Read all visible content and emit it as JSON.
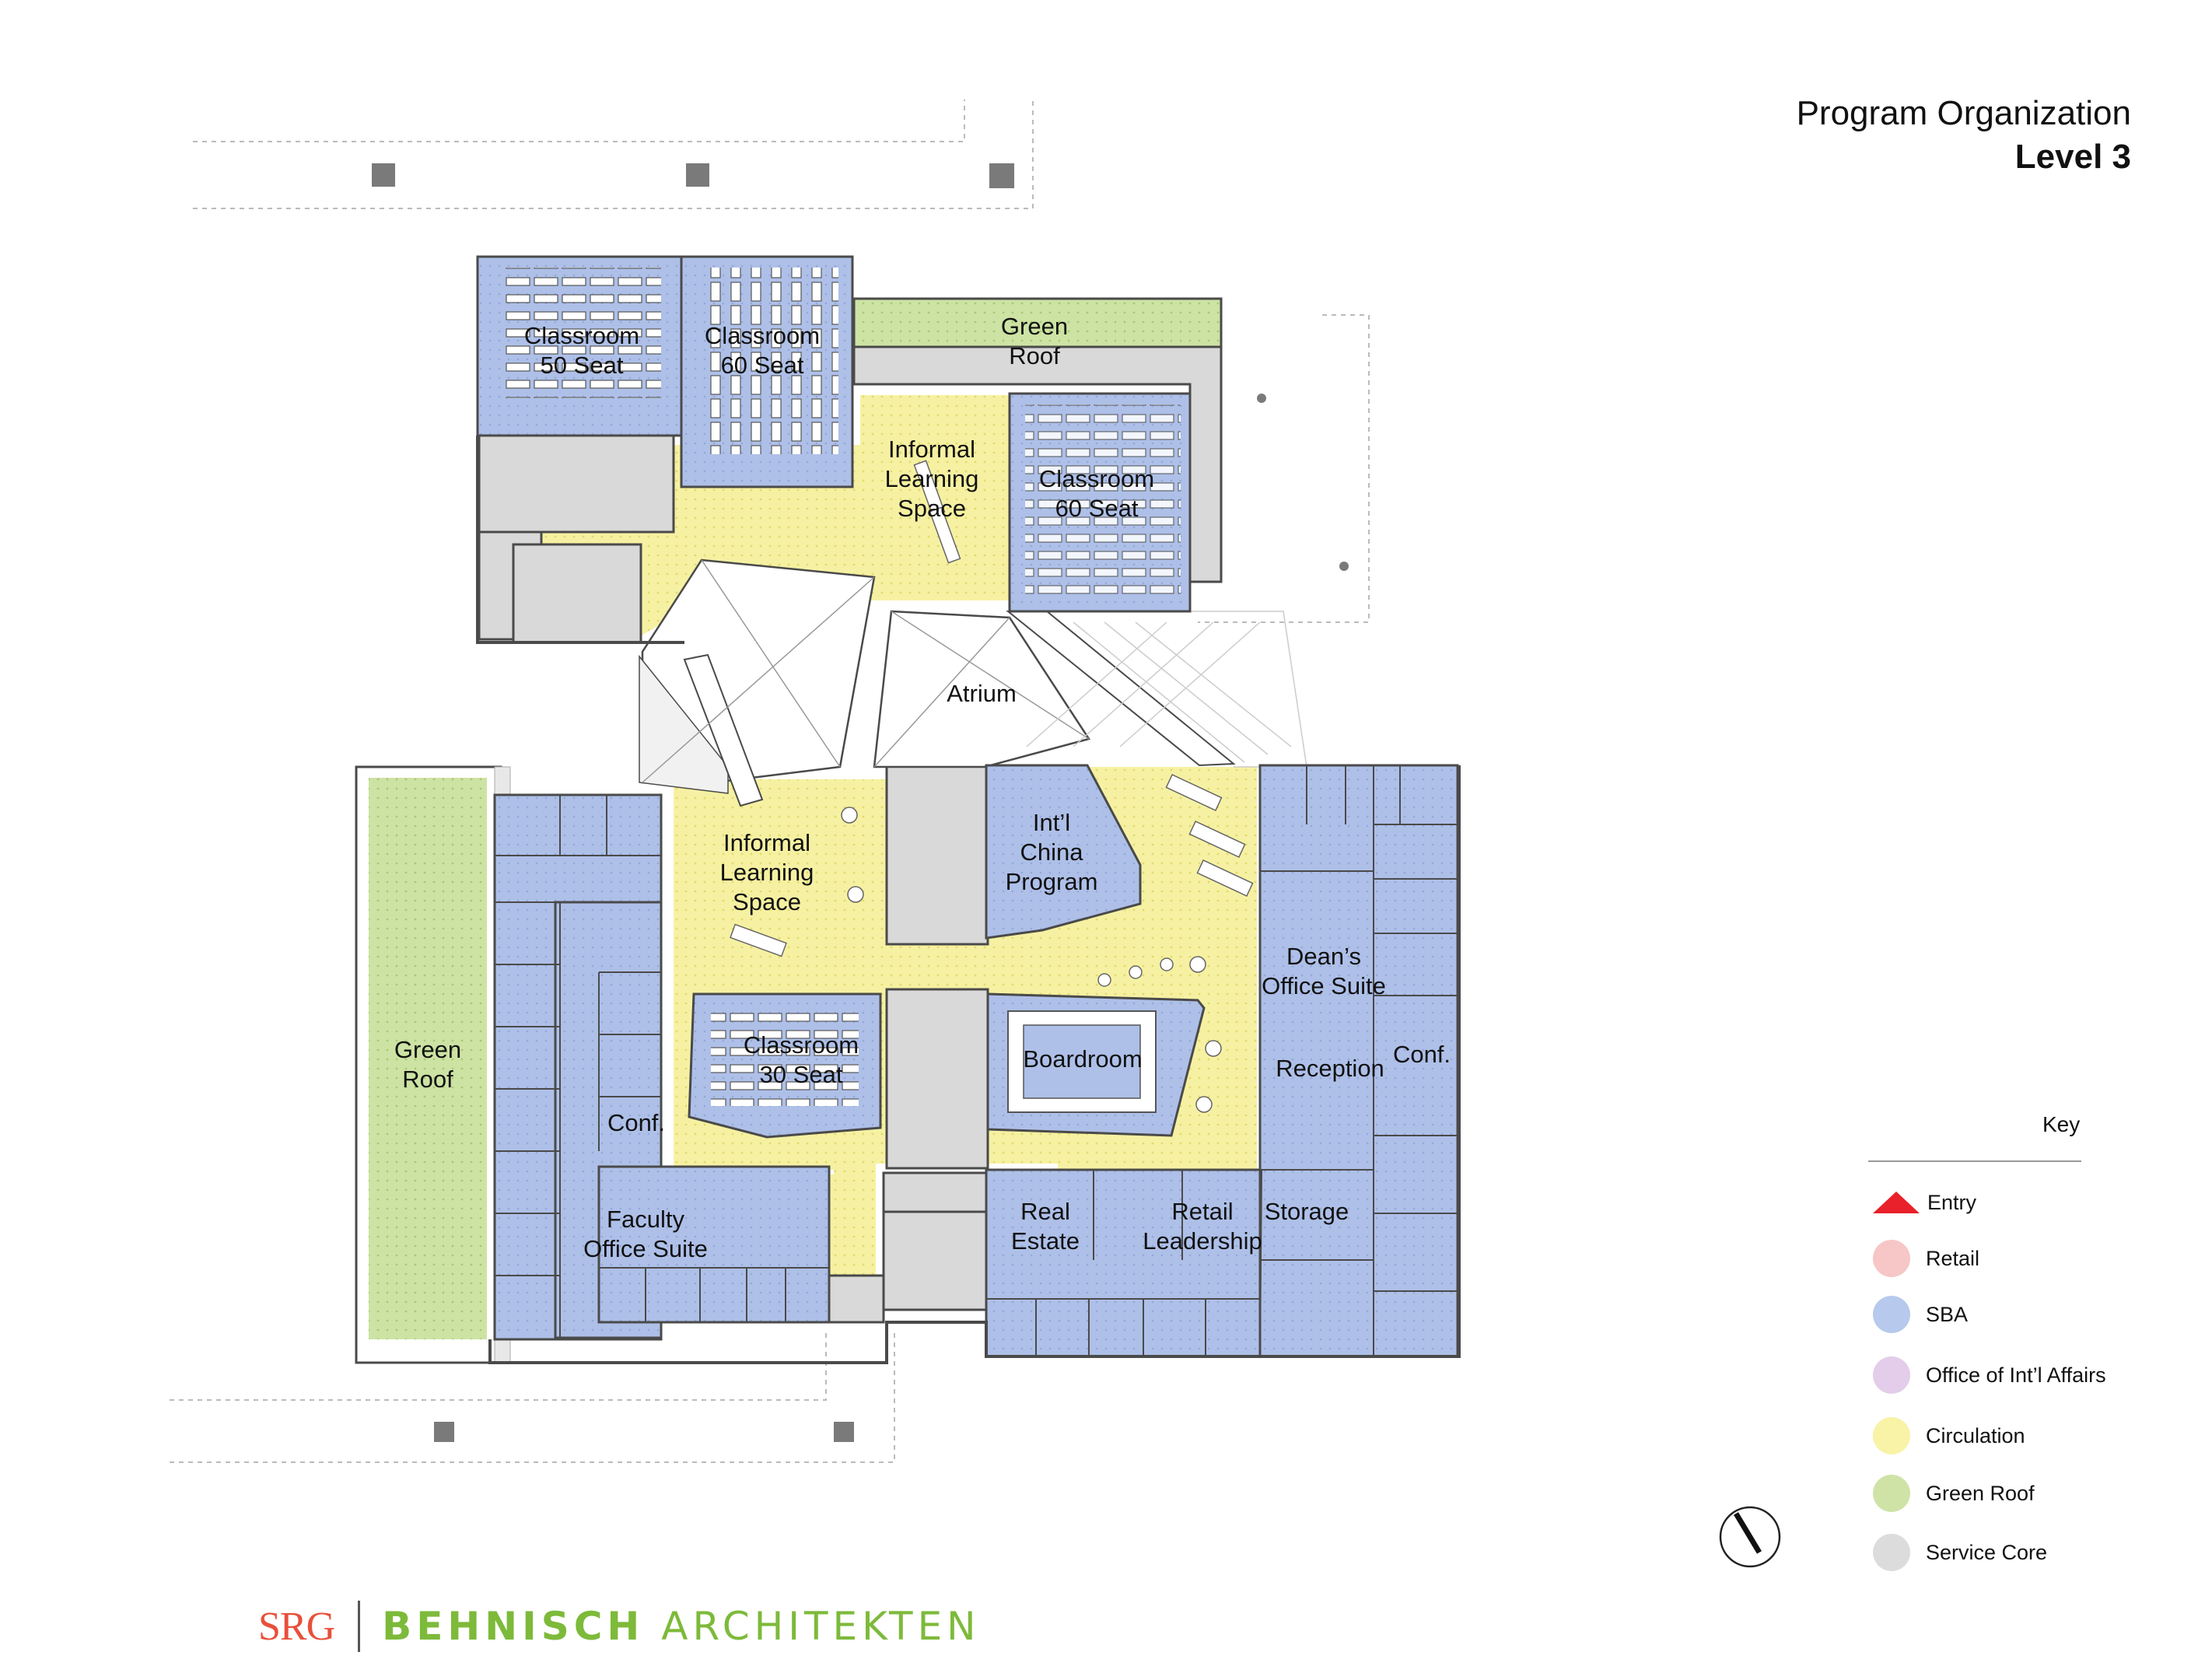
{
  "title": {
    "main": "Program Organization",
    "sub": "Level 3"
  },
  "rooms": {
    "classroom50": [
      "Classroom",
      "50 Seat"
    ],
    "classroom60a": [
      "Classroom",
      "60 Seat"
    ],
    "greenroof_top": [
      "Green",
      "Roof"
    ],
    "informal_top": [
      "Informal",
      "Learning",
      "Space"
    ],
    "classroom60b": [
      "Classroom",
      "60 Seat"
    ],
    "atrium": [
      "Atrium"
    ],
    "informal_mid": [
      "Informal",
      "Learning",
      "Space"
    ],
    "intl_china": [
      "Int’l",
      "China",
      "Program"
    ],
    "deans": [
      "Dean’s",
      "Office Suite"
    ],
    "greenroof_left": [
      "Green",
      "Roof"
    ],
    "classroom30": [
      "Classroom",
      "30 Seat"
    ],
    "boardroom": [
      "Boardroom"
    ],
    "reception": [
      "Reception"
    ],
    "conf_right": [
      "Conf."
    ],
    "conf_left": [
      "Conf."
    ],
    "faculty": [
      "Faculty",
      "Office Suite"
    ],
    "real_estate": [
      "Real",
      "Estate"
    ],
    "retail_leadership": [
      "Retail",
      "Leadership"
    ],
    "storage": [
      "Storage"
    ]
  },
  "key": {
    "title": "Key",
    "items": [
      {
        "label": "Entry",
        "color": "#e8212a",
        "icon": "triangle"
      },
      {
        "label": "Retail",
        "color": "#f7c6c6"
      },
      {
        "label": "SBA",
        "color": "#b7c9ec"
      },
      {
        "label": "Office of Int’l Affairs",
        "color": "#e3cdea"
      },
      {
        "label": "Circulation",
        "color": "#f8f3a6"
      },
      {
        "label": "Green Roof",
        "color": "#cfe3a7"
      },
      {
        "label": "Service Core",
        "color": "#dcdcdc"
      }
    ]
  },
  "north_arrow": "north-arrow-icon",
  "logo": {
    "firm1": "SRG",
    "firm2a": "BEHNISCH",
    "firm2b": "ARCHITEKTEN"
  },
  "colors": {
    "sba": "#aec0e8",
    "circulation": "#f6f1a2",
    "green": "#cde3a4",
    "core": "#d9d9d9",
    "wall": "#4a4a4a"
  }
}
